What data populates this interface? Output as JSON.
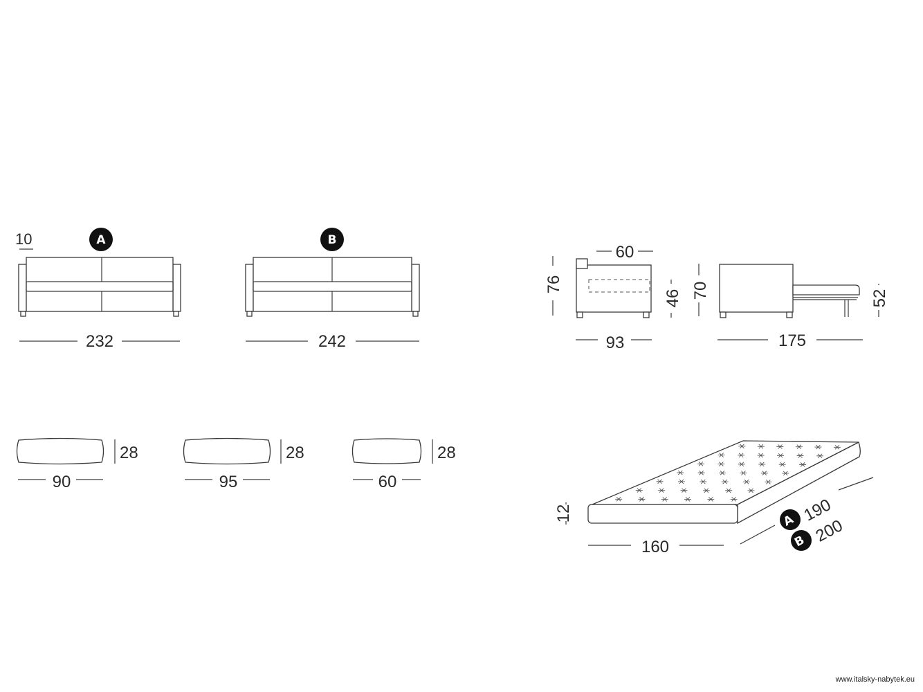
{
  "sofa_a": {
    "badge": "A",
    "width": "232",
    "arm": "10"
  },
  "sofa_b": {
    "badge": "B",
    "width": "242"
  },
  "side_view": {
    "seat_depth": "60",
    "height": "76",
    "seat_height": "46",
    "depth": "93"
  },
  "bed_view": {
    "height": "70",
    "mattress_height": "52",
    "depth": "175"
  },
  "cushions": [
    {
      "width": "90",
      "height": "28"
    },
    {
      "width": "95",
      "height": "28"
    },
    {
      "width": "60",
      "height": "28"
    }
  ],
  "mattress": {
    "thickness": "12",
    "width": "160",
    "badge_a": "A",
    "length_a": "190",
    "badge_b": "B",
    "length_b": "200"
  },
  "footer": {
    "url": "www.italsky-nabytek.eu"
  }
}
